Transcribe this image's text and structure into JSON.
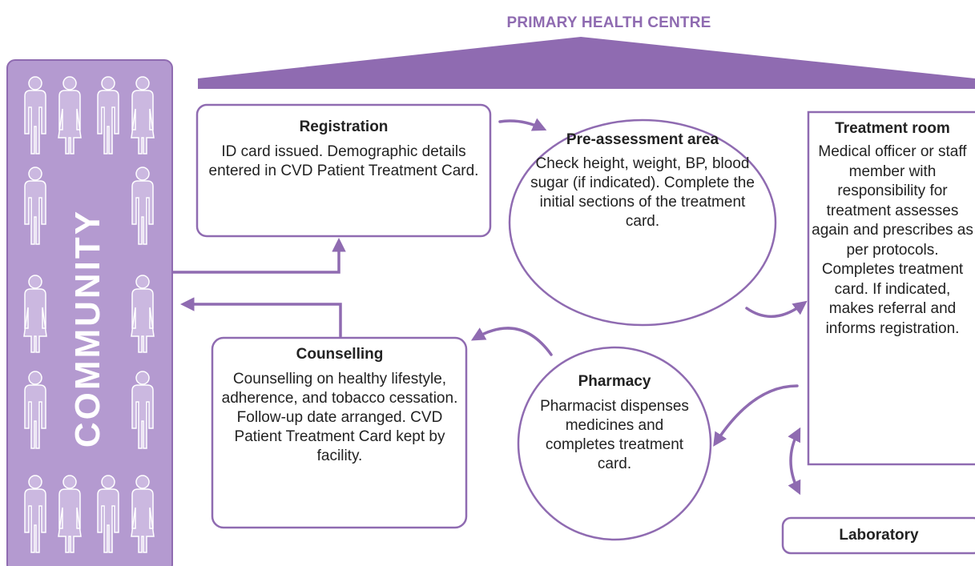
{
  "title": "PRIMARY HEALTH CENTRE",
  "community": {
    "label": "COMMUNITY"
  },
  "nodes": {
    "registration": {
      "title": "Registration",
      "text": "ID card issued. Demographic details entered in CVD Patient Treatment Card."
    },
    "pre_assessment": {
      "title": "Pre-assessment area",
      "text": "Check height, weight, BP, blood sugar (if indicated). Complete the initial sections of the treatment card."
    },
    "treatment_room": {
      "title": "Treatment room",
      "text": "Medical officer or staff member with responsibility for treatment assesses again and prescribes as per protocols. Completes treatment card. If indicated, makes referral and informs registration."
    },
    "pharmacy": {
      "title": "Pharmacy",
      "text": "Pharmacist dispenses medicines and completes treatment card."
    },
    "counselling": {
      "title": "Counselling",
      "text": "Counselling on healthy lifestyle, adherence, and tobacco cessation. Follow-up date arranged. CVD Patient Treatment Card kept by facility."
    },
    "laboratory": {
      "title": "Laboratory"
    }
  },
  "colors": {
    "purple": "#8f6bb1",
    "light_purple": "#b49ad0",
    "person_fill": "#cbb8e0",
    "white": "#ffffff"
  }
}
